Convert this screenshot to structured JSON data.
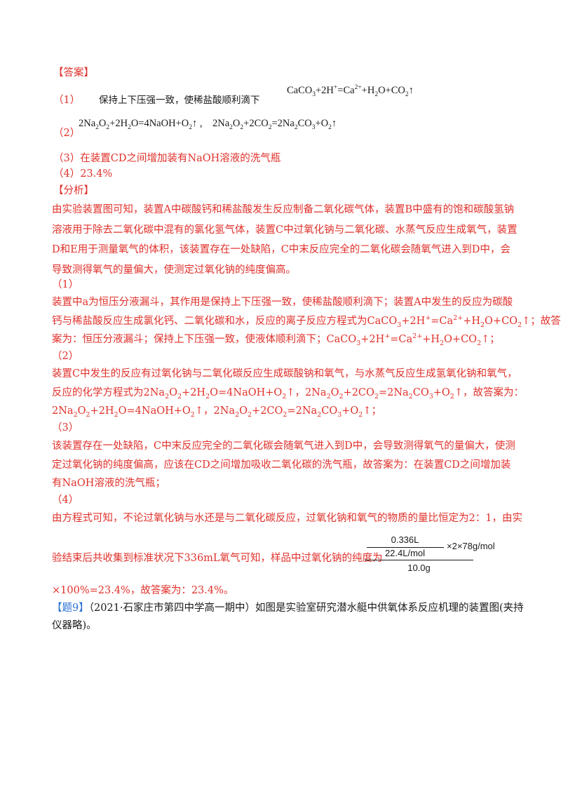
{
  "answer_header": "【答案】",
  "a1": {
    "label": "（1）",
    "text": "保持上下压强一致，使稀盐酸顺利滴下"
  },
  "a2": {
    "label": "（2）"
  },
  "a3": "（3）在装置CD之间增加装有NaOH溶液的洗气瓶",
  "a4": "（4）23.4%",
  "analysis_header": "【分析】",
  "analysis_lines": [
    "由实验装置图可知，装置A中碳酸钙和稀盐酸发生反应制备二氧化碳气体，装置B中盛有的饱和碳酸氢钠",
    "溶液用于除去二氧化碳中混有的氯化氢气体，装置C中过氧化钠与二氧化碳、水蒸气反应生成氧气，装置",
    "D和E用于测量氧气的体积，该装置存在一处缺陷，C中末反应完全的二氧化碳会随氧气进入到D中，会",
    "导致测得氧气的量偏大，使测定过氧化钠的纯度偏高。"
  ],
  "p1_label": "（1）",
  "p1_line1": "装置中a为恒压分液漏斗，其作用是保持上下压强一致，使稀盐酸顺利滴下；装置A中发生的反应为碳酸",
  "p1_line2a": "钙与稀盐酸反应生成氯化钙、二氧化碳和水，反应的离子反应方程式为",
  "p1_line2b": "；故答",
  "p1_line3a": "案为：恒压分液漏斗；保持上下压强一致，使液体顺利滴下；",
  "p1_line3b": "；",
  "p2_label": "（2）",
  "p2_line1": "装置C中发生的反应有过氧化钠与二氧化碳反应生成碳酸钠和氧气，与水蒸气反应生成氢氧化钠和氧气，",
  "p2_line2a": "反应的化学方程式为",
  "p2_line2b": "，",
  "p2_line2c": "，故答案为：",
  "p2_line3sep": "，",
  "p2_line3end": "；",
  "p3_label": "（3）",
  "p3_lines": [
    "该装置存在一处缺陷，C中末反应完全的二氧化碳会随氧气进入到D中，会导致测得氧气的量偏大，使测",
    "定过氧化钠的纯度偏高，应该在CD之间增加吸收二氧化碳的洗气瓶，故答案为：在装置CD之间增加装",
    "有NaOH溶液的洗气瓶；"
  ],
  "p4_label": "（4）",
  "p4_line1": "由方程式可知，不论过氧化钠与水还是与二氧化碳反应，过氧化钠和氧气的物质的量比恒定为2：1，由实",
  "p4_line2": "验结束后共收集到标准状况下336mL氧气可知，样品中过氧化钠的纯度为",
  "fraction": {
    "inner_num": "0.336L",
    "inner_den": "22.4L/mol",
    "times": "×2×78g/mol",
    "outer_den": "10.0g"
  },
  "p4_line3": "×100%=23.4%，故答案为：23.4%。",
  "q9": {
    "tag": "【题9】",
    "text": "（2021·石家庄市第四中学高一期中）如图是实验室研究潜水艇中供氧体系反应机理的装置图(夹持",
    "text2": "仪器略)。"
  },
  "colors": {
    "accent": "#e0312b",
    "text": "#1a1a1a",
    "tag": "#2a6fd6"
  }
}
